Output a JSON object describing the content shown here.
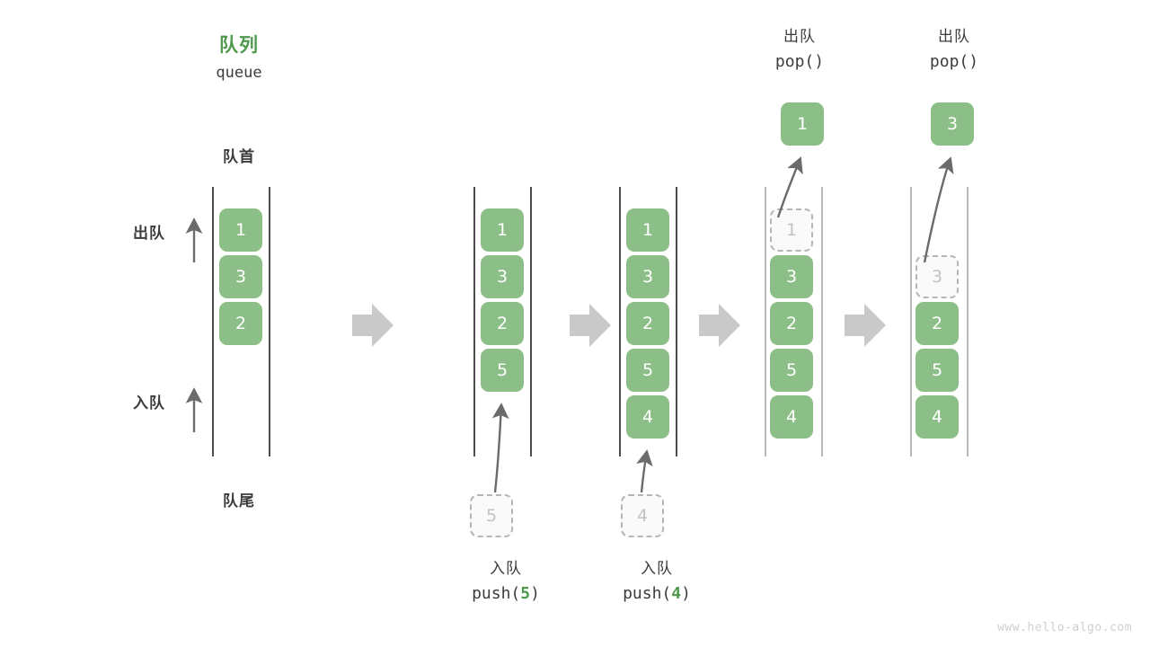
{
  "diagram": {
    "title_cn": "队列",
    "title_en": "queue",
    "head_label": "队首",
    "tail_label": "队尾",
    "dequeue_label": "出队",
    "enqueue_label": "入队",
    "watermark": "www.hello-algo.com",
    "colors": {
      "cell_fill": "#8cbf87",
      "cell_text": "#ffffff",
      "ghost_fill": "#fafafa",
      "ghost_border": "#b5b5b5",
      "ghost_text": "#c2c2c2",
      "title_green": "#4f9a4d",
      "rail": "#4d4d4d",
      "rail_faint": "#b9b9b9",
      "arrow_gray": "#6b6b6b",
      "step_arrow": "#c9c9c9",
      "text": "#3c3c3c",
      "watermark": "#cfcfcf"
    },
    "step_arrow_icon": "right-block-arrow",
    "up_arrow_icon": "up-arrow",
    "columns": [
      {
        "id": "initial",
        "cells": [
          {
            "value": "1",
            "state": "filled"
          },
          {
            "value": "3",
            "state": "filled"
          },
          {
            "value": "2",
            "state": "filled"
          }
        ]
      },
      {
        "id": "push-5",
        "cells": [
          {
            "value": "1",
            "state": "filled"
          },
          {
            "value": "3",
            "state": "filled"
          },
          {
            "value": "2",
            "state": "filled"
          },
          {
            "value": "5",
            "state": "filled"
          }
        ],
        "incoming": {
          "value": "5",
          "state": "ghost"
        },
        "caption_cn": "入队",
        "caption_code_prefix": "push(",
        "caption_code_num": "5",
        "caption_code_suffix": ")"
      },
      {
        "id": "push-4",
        "cells": [
          {
            "value": "1",
            "state": "filled"
          },
          {
            "value": "3",
            "state": "filled"
          },
          {
            "value": "2",
            "state": "filled"
          },
          {
            "value": "5",
            "state": "filled"
          },
          {
            "value": "4",
            "state": "filled"
          }
        ],
        "incoming": {
          "value": "4",
          "state": "ghost"
        },
        "caption_cn": "入队",
        "caption_code_prefix": "push(",
        "caption_code_num": "4",
        "caption_code_suffix": ")"
      },
      {
        "id": "pop-1",
        "cells": [
          {
            "value": "1",
            "state": "ghost"
          },
          {
            "value": "3",
            "state": "filled"
          },
          {
            "value": "2",
            "state": "filled"
          },
          {
            "value": "5",
            "state": "filled"
          },
          {
            "value": "4",
            "state": "filled"
          }
        ],
        "outgoing": {
          "value": "1",
          "state": "filled"
        },
        "caption_cn": "出队",
        "caption_code": "pop()"
      },
      {
        "id": "pop-3",
        "cells": [
          {
            "value": "",
            "state": "empty"
          },
          {
            "value": "3",
            "state": "ghost"
          },
          {
            "value": "2",
            "state": "filled"
          },
          {
            "value": "5",
            "state": "filled"
          },
          {
            "value": "4",
            "state": "filled"
          }
        ],
        "outgoing": {
          "value": "3",
          "state": "filled"
        },
        "caption_cn": "出队",
        "caption_code": "pop()"
      }
    ]
  }
}
